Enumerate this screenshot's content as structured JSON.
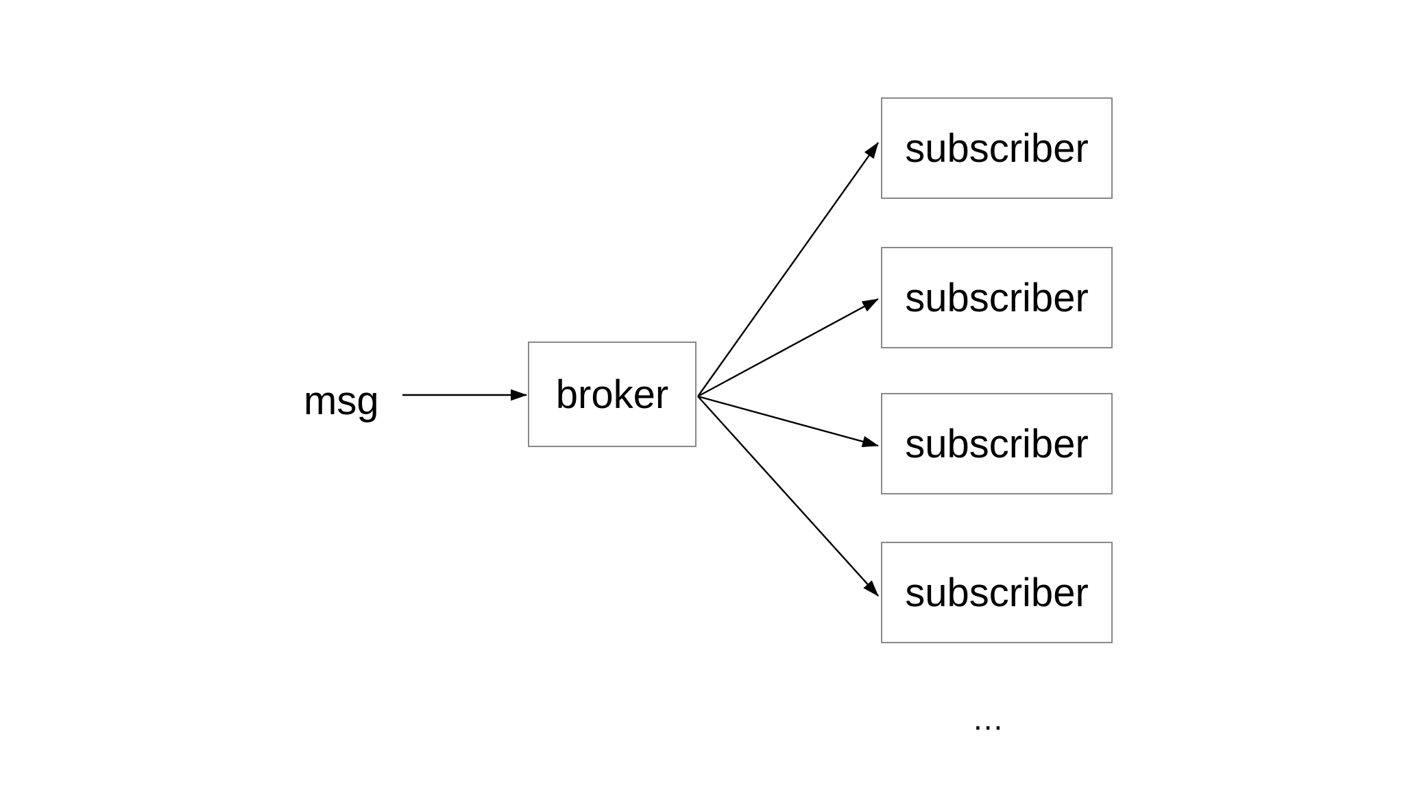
{
  "diagram": {
    "type": "publish-subscribe-fanout",
    "background_color": "#ffffff",
    "node_border_color": "#888888",
    "edge_color": "#000000",
    "text_color": "#000000",
    "input_label": "msg",
    "broker": {
      "label": "broker"
    },
    "subscribers": [
      {
        "label": "subscriber"
      },
      {
        "label": "subscriber"
      },
      {
        "label": "subscriber"
      },
      {
        "label": "subscriber"
      }
    ],
    "continuation_label": "..."
  }
}
